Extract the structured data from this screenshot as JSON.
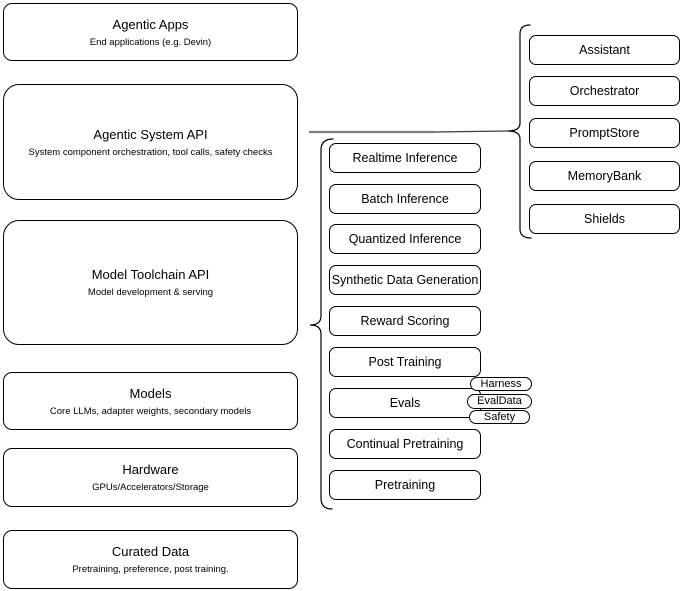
{
  "diagram": {
    "stack": [
      {
        "title": "Agentic Apps",
        "subtitle": "End applications (e.g. Devin)"
      },
      {
        "title": "Agentic System API",
        "subtitle": "System component orchestration, tool calls, safety checks"
      },
      {
        "title": "Model Toolchain API",
        "subtitle": "Model development & serving"
      },
      {
        "title": "Models",
        "subtitle": "Core LLMs, adapter weights, secondary models"
      },
      {
        "title": "Hardware",
        "subtitle": "GPUs/Accelerators/Storage"
      },
      {
        "title": "Curated Data",
        "subtitle": "Pretraining, preference, post training."
      }
    ],
    "toolchain": [
      "Realtime Inference",
      "Batch Inference",
      "Quantized Inference",
      "Synthetic Data Generation",
      "Reward Scoring",
      "Post Training",
      "Evals",
      "Continual Pretraining",
      "Pretraining"
    ],
    "eval_tags": [
      "Harness",
      "EvalData",
      "Safety"
    ],
    "system_components": [
      "Assistant",
      "Orchestrator",
      "PromptStore",
      "MemoryBank",
      "Shields"
    ],
    "colors": {
      "node_stroke": "#000000",
      "node_fill": "#ffffff",
      "connector": "#808080",
      "background": "#ffffff"
    }
  }
}
